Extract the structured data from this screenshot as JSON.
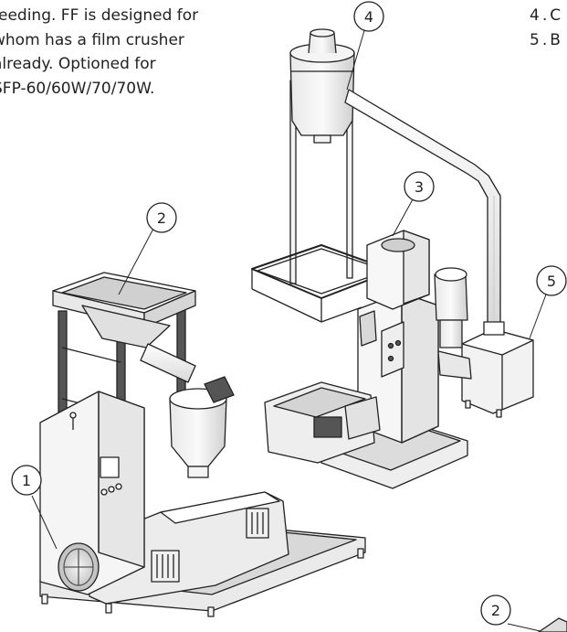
{
  "paragraph": {
    "lines": [
      "feeding. FF is designed for",
      "whom has a film crusher",
      "already. Optioned for",
      "SFP-60/60W/70/70W."
    ]
  },
  "right_list": {
    "items": [
      "4.C",
      "5.B"
    ]
  },
  "callouts": [
    {
      "number": "1"
    },
    {
      "number": "2"
    },
    {
      "number": "3"
    },
    {
      "number": "4"
    },
    {
      "number": "5"
    },
    {
      "number": "2"
    }
  ],
  "colors": {
    "line": "#222222",
    "fill": "#f4f4f4",
    "shade": "#d6d6d6",
    "dark": "#555555"
  }
}
